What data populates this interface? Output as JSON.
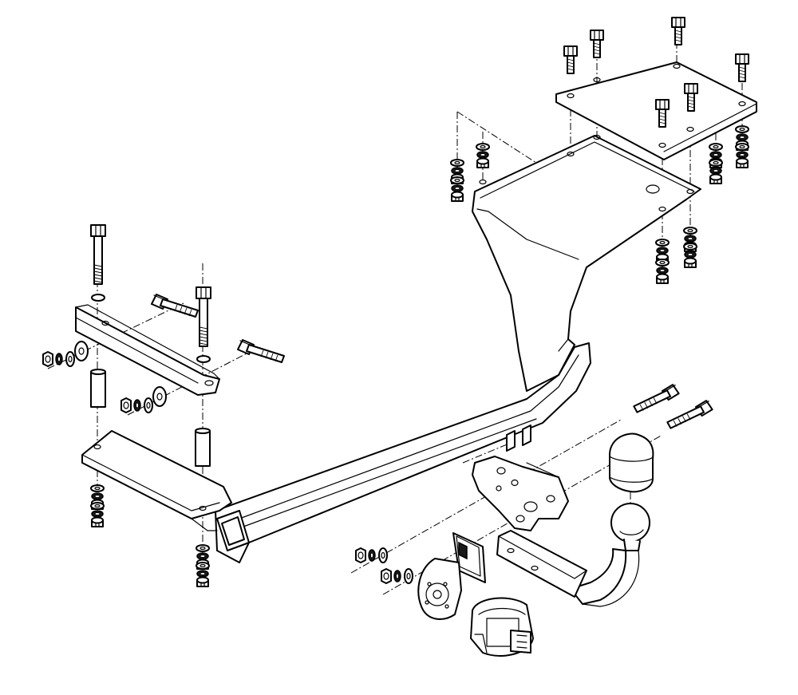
{
  "diagram": {
    "kind": "exploded-assembly",
    "background": "#ffffff",
    "line_color": "#000000",
    "parts": [
      "crossbar",
      "left-bracket-upper",
      "left-bracket-lower",
      "spacer-sleeve",
      "right-mounting-plate",
      "reinforcement-plate",
      "side-plate",
      "tow-ball-neck",
      "ball-cap",
      "socket-holder",
      "electrical-socket",
      "hex-bolt",
      "hex-nut",
      "spring-washer",
      "flat-washer"
    ]
  }
}
